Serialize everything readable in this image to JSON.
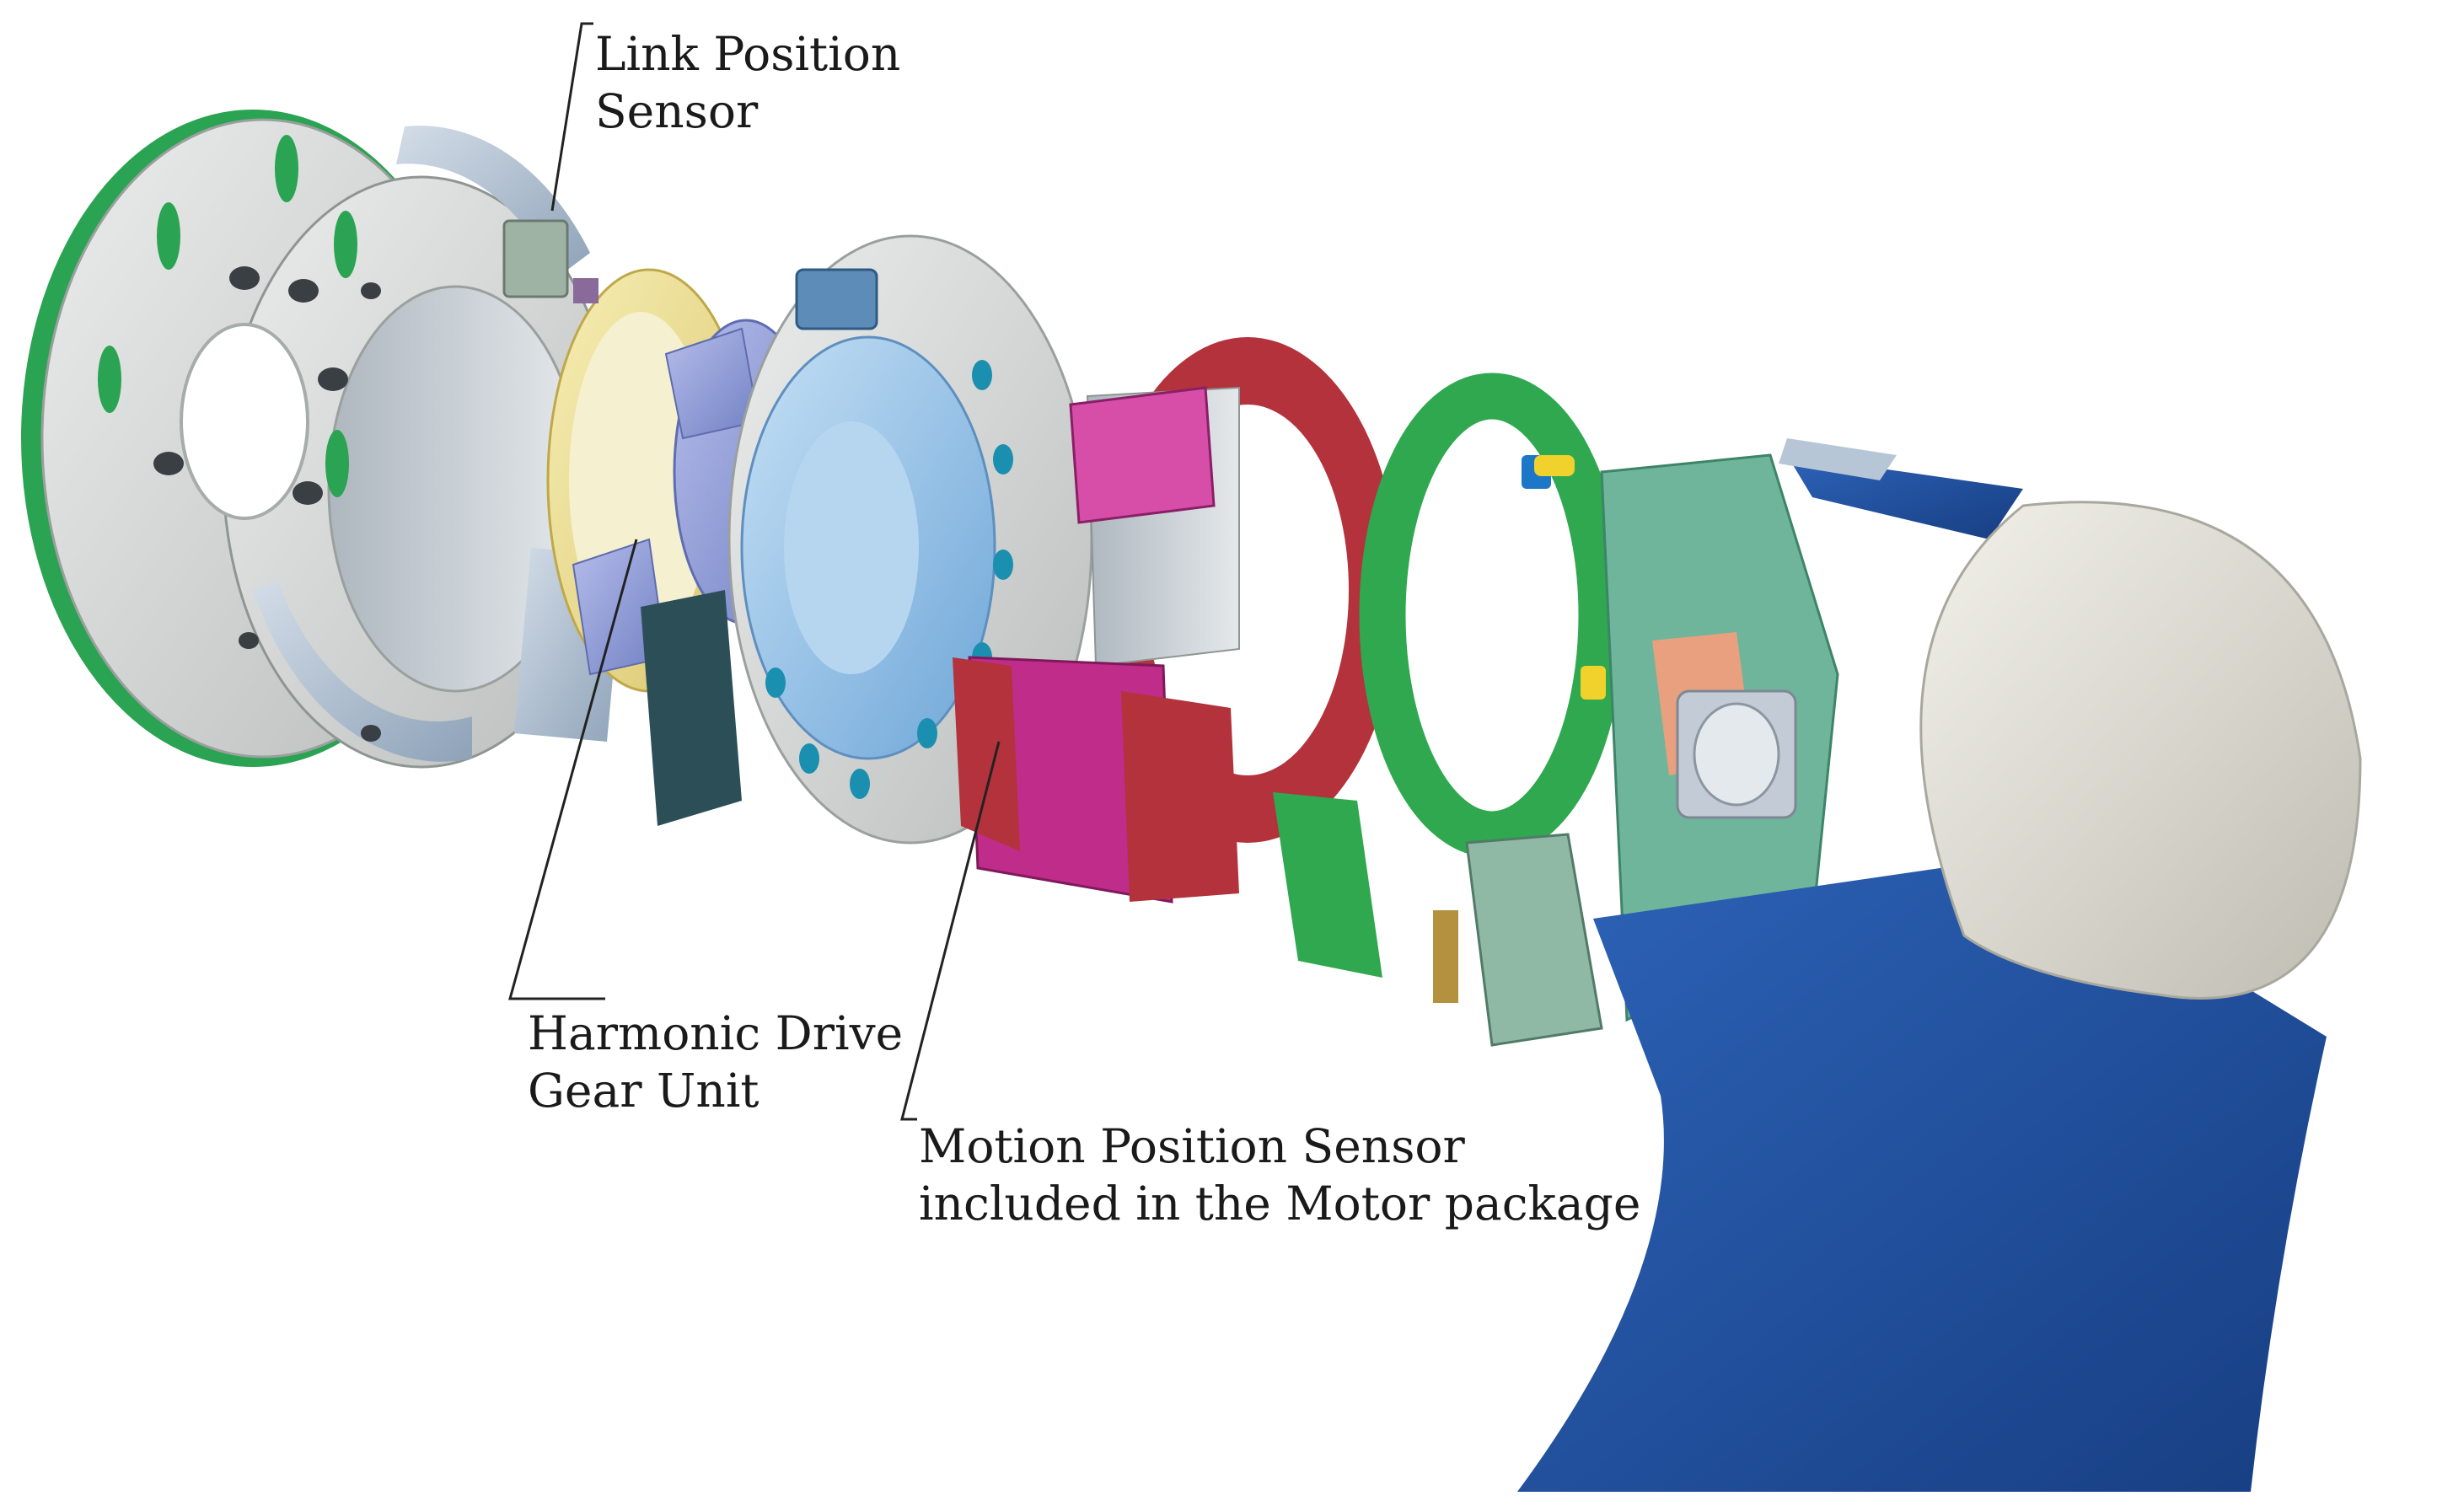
{
  "labels": {
    "link_position_sensor": [
      "Link Position",
      "Sensor"
    ],
    "harmonic_drive_gear_unit": [
      "Harmonic Drive",
      "Gear Unit"
    ],
    "motion_position_sensor": [
      "Motion Position Sensor",
      "included in the Motor package"
    ]
  },
  "colors": {
    "housing_grey": "#d6d9d7",
    "housing_blue_grey": "#b5c3d3",
    "green_rim": "#2aa352",
    "gear_yellow": "#efe39a",
    "gear_purple": "#8f9bd6",
    "gear_light_blue": "#9cc7ea",
    "motor_red": "#b3323b",
    "motor_magenta": "#c02c8a",
    "pcb_green": "#2fa84f",
    "teal_board": "#6fb59b",
    "cover_blue": "#1f4fa0",
    "cap_grey": "#d9d8cf",
    "leader_line": "#222222"
  }
}
